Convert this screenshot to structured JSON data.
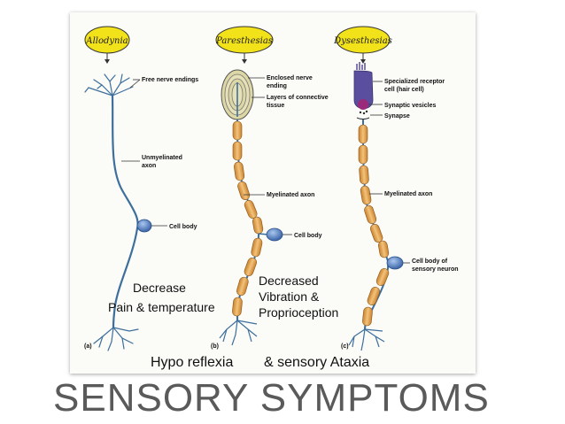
{
  "slide": {
    "title": "SENSORY SYMPTOMS"
  },
  "figure": {
    "badges": {
      "allodynia": "Allodynia",
      "paresthesias": "Paresthesias",
      "dysesthesias": "Dysesthesias"
    },
    "panel_a": {
      "letter": "(a)",
      "free_nerve_endings": "Free nerve endings",
      "unmyelinated_axon_1": "Unmyelinated",
      "unmyelinated_axon_2": "axon",
      "cell_body": "Cell body",
      "note_1": "Decrease",
      "note_2": "Pain & temperature"
    },
    "panel_b": {
      "letter": "(b)",
      "enclosed_nerve_ending_1": "Enclosed nerve",
      "enclosed_nerve_ending_2": "ending",
      "layers_1": "Layers of connective",
      "layers_2": "tissue",
      "myelinated_axon": "Myelinated axon",
      "cell_body": "Cell body",
      "note_1": "Decreased",
      "note_2": "Vibration &",
      "note_3": "Proprioception"
    },
    "panel_c": {
      "letter": "(c)",
      "receptor_1": "Specialized receptor",
      "receptor_2": "cell (hair cell)",
      "synaptic_vesicles": "Synaptic vesicles",
      "synapse": "Synapse",
      "myelinated_axon": "Myelinated axon",
      "cell_body_1": "Cell body of",
      "cell_body_2": "sensory neuron"
    },
    "footer_a": "Hypo reflexia",
    "footer_b": "& sensory Ataxia"
  },
  "colors": {
    "badge_fill": "#f2e21a",
    "axon_blue": "#3d6f9c",
    "myelin_orange": "#e2a250",
    "cell_body": "#4d7fc4",
    "receptor_purple": "#5a4f9e"
  }
}
